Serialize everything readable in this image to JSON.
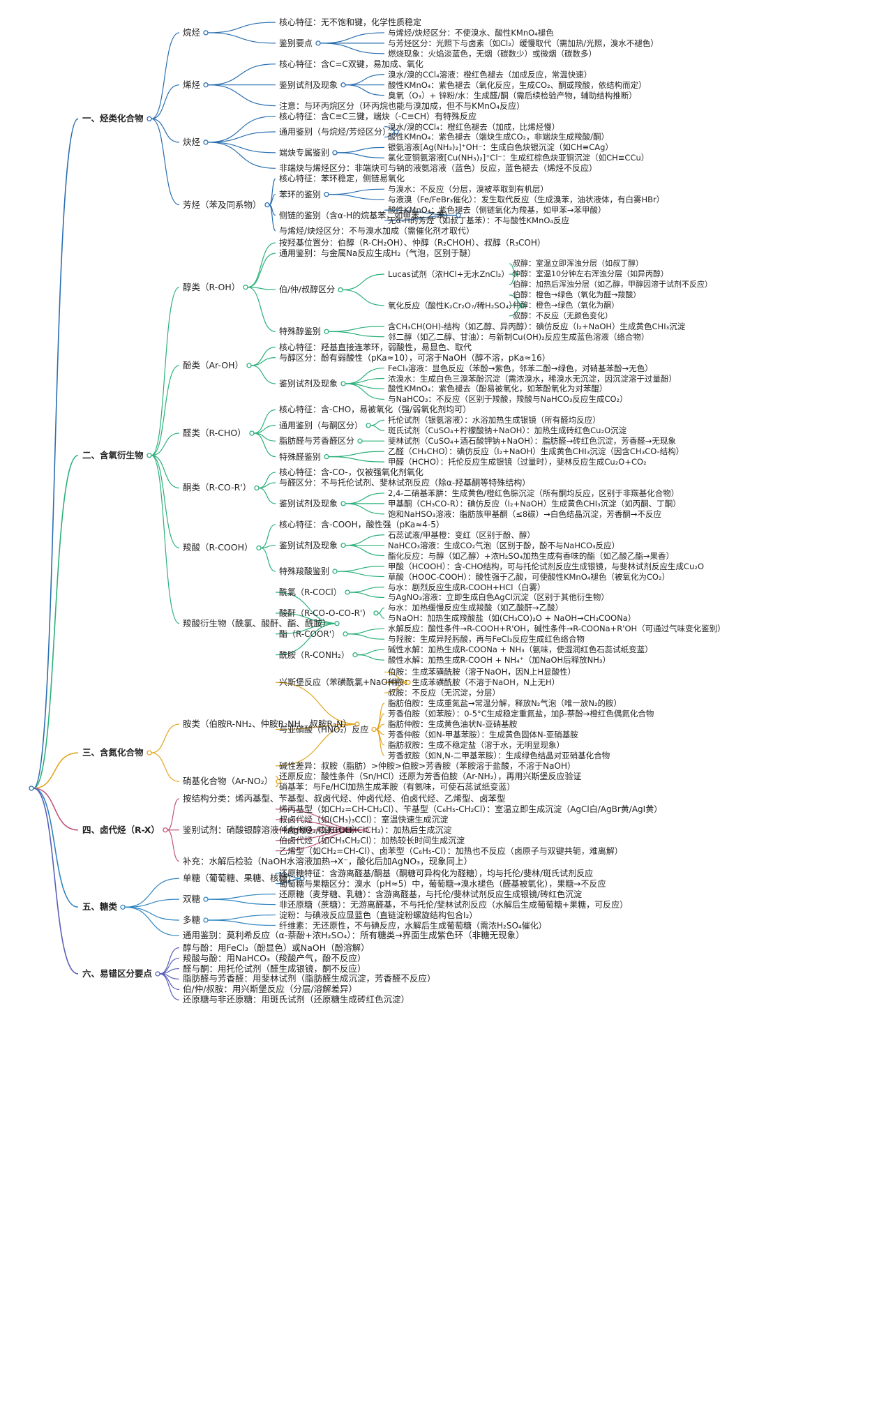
{
  "colors": [
    "#2a6eb0",
    "#2bb07a",
    "#e0a51e",
    "#c0557a",
    "#2e84c0",
    "#5a5fb8"
  ],
  "mind_map": [
    {
      "label": "一、烃类化合物",
      "children": [
        {
          "label": "烷烃",
          "children": [
            {
              "label": "核心特征：无不饱和键，化学性质稳定"
            },
            {
              "label": "鉴别要点",
              "children": [
                {
                  "label": "与烯烃/炔烃区分：不使溴水、酸性KMnO₄褪色"
                },
                {
                  "label": "与芳烃区分：光照下与卤素（如Cl₂）缓慢取代（需加热/光照，溴水不褪色）"
                },
                {
                  "label": "燃烧现象：火焰淡蓝色，无烟（碳数少）或微烟（碳数多）"
                }
              ]
            }
          ]
        },
        {
          "label": "烯烃",
          "children": [
            {
              "label": "核心特征：含C=C双键，易加成、氧化"
            },
            {
              "label": "鉴别试剂及现象",
              "children": [
                {
                  "label": "溴水/溴的CCl₄溶液：橙红色褪去（加成反应，常温快速）"
                },
                {
                  "label": "酸性KMnO₄：紫色褪去（氧化反应，生成CO₂、酮或羧酸，依结构而定）"
                },
                {
                  "label": "臭氧（O₃）+ 锌粉/水：生成醛/酮（需后续检验产物，辅助结构推断）"
                }
              ]
            },
            {
              "label": "注意：与环丙烷区分（环丙烷也能与溴加成，但不与KMnO₄反应）"
            }
          ]
        },
        {
          "label": "炔烃",
          "children": [
            {
              "label": "核心特征：含C≡C三键，端炔（-C≡CH）有特殊反应"
            },
            {
              "label": "通用鉴别（与烷烃/芳烃区分）",
              "children": [
                {
                  "label": "溴水/溴的CCl₄：橙红色褪去（加成，比烯烃慢）"
                },
                {
                  "label": "酸性KMnO₄：紫色褪去（端炔生成CO₂，非端炔生成羧酸/酮）"
                }
              ]
            },
            {
              "label": "端炔专属鉴别",
              "children": [
                {
                  "label": "银氨溶液[Ag(NH₃)₂]⁺OH⁻：生成白色炔银沉淀（如CH≡CAg）"
                },
                {
                  "label": "氯化亚铜氨溶液[Cu(NH₃)₂]⁺Cl⁻：生成红棕色炔亚铜沉淀（如CH≡CCu）"
                }
              ]
            },
            {
              "label": "非端炔与烯烃区分：非端炔可与钠的液氨溶液（蓝色）反应，蓝色褪去（烯烃不反应）"
            }
          ]
        },
        {
          "label": "芳烃（苯及同系物）",
          "children": [
            {
              "label": "核心特征：苯环稳定，侧链易氧化"
            },
            {
              "label": "苯环的鉴别",
              "children": [
                {
                  "label": "与溴水：不反应（分层，溴被萃取到有机层）"
                },
                {
                  "label": "与液溴（Fe/FeBr₃催化）：发生取代反应（生成溴苯，油状液体，有白雾HBr）"
                }
              ]
            },
            {
              "label": "侧链的鉴别（含α-H的烷基苯，如甲苯、乙苯）",
              "children": [
                {
                  "label": "酸性KMnO₄：紫色褪去（侧链氧化为羧基，如甲苯→苯甲酸）"
                },
                {
                  "label": "无α-H的芳烃（如叔丁基苯）：不与酸性KMnO₄反应"
                }
              ]
            },
            {
              "label": "与烯烃/炔烃区分：不与溴水加成（需催化剂才取代）"
            }
          ]
        }
      ]
    },
    {
      "label": "二、含氧衍生物",
      "children": [
        {
          "label": "醇类（R-OH）",
          "children": [
            {
              "label": "按羟基位置分：伯醇（R-CH₂OH）、仲醇（R₂CHOH）、叔醇（R₃COH）"
            },
            {
              "label": "通用鉴别：与金属Na反应生成H₂（气泡，区别于醚）"
            },
            {
              "label": "伯/仲/叔醇区分",
              "children": [
                {
                  "label": "Lucas试剂（浓HCl+无水ZnCl₂）",
                  "children": [
                    {
                      "label": "叔醇：室温立即浑浊分层（如叔丁醇）"
                    },
                    {
                      "label": "仲醇：室温10分钟左右浑浊分层（如异丙醇）"
                    },
                    {
                      "label": "伯醇：加热后浑浊分层（如乙醇，甲醇因溶于试剂不反应）"
                    }
                  ]
                },
                {
                  "label": "氧化反应（酸性K₂Cr₂O₇/稀H₂SO₄）",
                  "children": [
                    {
                      "label": "伯醇：橙色→绿色（氧化为醛→羧酸）"
                    },
                    {
                      "label": "仲醇：橙色→绿色（氧化为酮）"
                    },
                    {
                      "label": "叔醇：不反应（无颜色变化）"
                    }
                  ]
                }
              ]
            },
            {
              "label": "特殊醇鉴别",
              "children": [
                {
                  "label": "含CH₃CH(OH)-结构（如乙醇、异丙醇）：碘仿反应（I₂+NaOH）生成黄色CHI₃沉淀"
                },
                {
                  "label": "邻二醇（如乙二醇、甘油）：与新制Cu(OH)₂反应生成蓝色溶液（络合物）"
                }
              ]
            }
          ]
        },
        {
          "label": "酚类（Ar-OH）",
          "children": [
            {
              "label": "核心特征：羟基直接连苯环，弱酸性，易显色、取代"
            },
            {
              "label": "与醇区分：酚有弱酸性（pKa≈10），可溶于NaOH（醇不溶，pKa≈16）"
            },
            {
              "label": "鉴别试剂及现象",
              "children": [
                {
                  "label": "FeCl₃溶液：显色反应（苯酚→紫色，邻苯二酚→绿色，对硝基苯酚→无色）"
                },
                {
                  "label": "浓溴水：生成白色三溴苯酚沉淀（需浓溴水，稀溴水无沉淀，因沉淀溶于过量酚）"
                },
                {
                  "label": "酸性KMnO₄：紫色褪去（酚易被氧化，如苯酚氧化为对苯醌）"
                },
                {
                  "label": "与NaHCO₃：不反应（区别于羧酸，羧酸与NaHCO₃反应生成CO₂）"
                }
              ]
            }
          ]
        },
        {
          "label": "醛类（R-CHO）",
          "children": [
            {
              "label": "核心特征：含-CHO，易被氧化（强/弱氧化剂均可）"
            },
            {
              "label": "通用鉴别（与酮区分）",
              "children": [
                {
                  "label": "托伦试剂（银氨溶液）：水浴加热生成银镜（所有醛均反应）"
                },
                {
                  "label": "斑氏试剂（CuSO₄+柠檬酸钠+NaOH）：加热生成砖红色Cu₂O沉淀"
                }
              ]
            },
            {
              "label": "脂肪醛与芳香醛区分",
              "children": [
                {
                  "label": "斐林试剂（CuSO₄+酒石酸钾钠+NaOH）：脂肪醛→砖红色沉淀，芳香醛→无现象"
                }
              ]
            },
            {
              "label": "特殊醛鉴别",
              "children": [
                {
                  "label": "乙醛（CH₃CHO）：碘仿反应（I₂+NaOH）生成黄色CHI₃沉淀（因含CH₃CO-结构）"
                },
                {
                  "label": "甲醛（HCHO）：托伦反应生成银镜（过量时），斐林反应生成Cu₂O+CO₂"
                }
              ]
            }
          ]
        },
        {
          "label": "酮类（R-CO-R'）",
          "children": [
            {
              "label": "核心特征：含-CO-，仅被强氧化剂氧化"
            },
            {
              "label": "与醛区分：不与托伦试剂、斐林试剂反应（除α-羟基酮等特殊结构）"
            },
            {
              "label": "鉴别试剂及现象",
              "children": [
                {
                  "label": "2,4-二硝基苯肼：生成黄色/橙红色腙沉淀（所有酮均反应，区别于非羰基化合物）"
                },
                {
                  "label": "甲基酮（CH₃CO-R）：碘仿反应（I₂+NaOH）生成黄色CHI₃沉淀（如丙酮、丁酮）"
                },
                {
                  "label": "饱和NaHSO₃溶液：脂肪族甲基酮（≤8碳）→白色结晶沉淀，芳香酮→不反应"
                }
              ]
            }
          ]
        },
        {
          "label": "羧酸（R-COOH）",
          "children": [
            {
              "label": "核心特征：含-COOH，酸性强（pKa≈4-5）"
            },
            {
              "label": "鉴别试剂及现象",
              "children": [
                {
                  "label": "石蕊试液/甲基橙：变红（区别于酚、醇）"
                },
                {
                  "label": "NaHCO₃溶液：生成CO₂气泡（区别于酚，酚不与NaHCO₃反应）"
                },
                {
                  "label": "酯化反应：与醇（如乙醇）+浓H₂SO₄加热生成有香味的酯（如乙酸乙酯→果香）"
                }
              ]
            },
            {
              "label": "特殊羧酸鉴别",
              "children": [
                {
                  "label": "甲酸（HCOOH）：含-CHO结构，可与托伦试剂反应生成银镜，与斐林试剂反应生成Cu₂O"
                },
                {
                  "label": "草酸（HOOC-COOH）：酸性强于乙酸，可使酸性KMnO₄褪色（被氧化为CO₂）"
                }
              ]
            }
          ]
        },
        {
          "label": "羧酸衍生物（酰氯、酸酐、酯、酰胺）",
          "children": [
            {
              "label": "酰氯（R-COCl）",
              "children": [
                {
                  "label": "与水：剧烈反应生成R-COOH+HCl（白雾）"
                },
                {
                  "label": "与AgNO₃溶液：立即生成白色AgCl沉淀（区别于其他衍生物）"
                }
              ]
            },
            {
              "label": "酸酐（R-CO-O-CO-R'）",
              "children": [
                {
                  "label": "与水：加热缓慢反应生成羧酸（如乙酸酐→乙酸）"
                },
                {
                  "label": "与NaOH：加热生成羧酸盐（如(CH₃CO)₂O + NaOH→CH₃COONa）"
                }
              ]
            },
            {
              "label": "酯（R-COOR'）",
              "children": [
                {
                  "label": "水解反应：酸性条件→R-COOH+R'OH，碱性条件→R-COONa+R'OH（可通过气味变化鉴别）"
                },
                {
                  "label": "与羟胺：生成异羟肟酸，再与FeCl₃反应生成红色络合物"
                }
              ]
            },
            {
              "label": "酰胺（R-CONH₂）",
              "children": [
                {
                  "label": "碱性水解：加热生成R-COONa + NH₃（氨味，使湿润红色石蕊试纸变蓝）"
                },
                {
                  "label": "酸性水解：加热生成R-COOH + NH₄⁺（加NaOH后释放NH₃）"
                }
              ]
            }
          ]
        }
      ]
    },
    {
      "label": "三、含氮化合物",
      "children": [
        {
          "label": "胺类（伯胺R-NH₂、仲胺R₂NH、叔胺R₃N）",
          "children": [
            {
              "label": "兴斯堡反应（苯磺酰氯+NaOH）",
              "children": [
                {
                  "label": "伯胺：生成苯磺酰胺（溶于NaOH，因N上H显酸性）"
                },
                {
                  "label": "仲胺：生成苯磺酰胺（不溶于NaOH，N上无H）"
                },
                {
                  "label": "叔胺：不反应（无沉淀，分层）"
                }
              ]
            },
            {
              "label": "与亚硝酸（HNO₂）反应",
              "children": [
                {
                  "label": "脂肪伯胺：生成重氮盐→常温分解，释放N₂气泡（唯一放N₂的胺）"
                },
                {
                  "label": "芳香伯胺（如苯胺）：0-5°C生成稳定重氮盐，加β-萘酚→橙红色偶氮化合物"
                },
                {
                  "label": "脂肪仲胺：生成黄色油状N-亚硝基胺"
                },
                {
                  "label": "芳香仲胺（如N-甲基苯胺）：生成黄色固体N-亚硝基胺"
                },
                {
                  "label": "脂肪叔胺：生成不稳定盐（溶于水，无明显现象）"
                },
                {
                  "label": "芳香叔胺（如N,N-二甲基苯胺）：生成绿色结晶对亚硝基化合物"
                }
              ]
            },
            {
              "label": "碱性差异：叔胺（脂肪）>仲胺>伯胺>芳香胺（苯胺溶于盐酸，不溶于NaOH）"
            }
          ]
        },
        {
          "label": "硝基化合物（Ar-NO₂）",
          "children": [
            {
              "label": "还原反应：酸性条件（Sn/HCl）还原为芳香伯胺（Ar-NH₂），再用兴斯堡反应验证"
            },
            {
              "label": "硝基苯：与Fe/HCl加热生成苯胺（有氨味，可使石蕊试纸变蓝）"
            }
          ]
        }
      ]
    },
    {
      "label": "四、卤代烃（R-X）",
      "children": [
        {
          "label": "按结构分类：烯丙基型、苄基型、叔卤代烃、仲卤代烃、伯卤代烃、乙烯型、卤苯型"
        },
        {
          "label": "鉴别试剂：硝酸银醇溶液（AgNO₃/C₂H₅OH）",
          "children": [
            {
              "label": "烯丙基型（如CH₂=CH-CH₂Cl）、苄基型（C₆H₅-CH₂Cl）：室温立即生成沉淀（AgCl白/AgBr黄/AgI黄）"
            },
            {
              "label": "叔卤代烃（如(CH₃)₃CCl）：室温快速生成沉淀"
            },
            {
              "label": "仲卤代烃（如CH₃CHClCH₃）：加热后生成沉淀"
            },
            {
              "label": "伯卤代烃（如CH₃CH₂Cl）：加热较长时间生成沉淀"
            },
            {
              "label": "乙烯型（如CH₂=CH-Cl）、卤苯型（C₆H₅-Cl）：加热也不反应（卤原子与双键共轭，难离解）"
            }
          ]
        },
        {
          "label": "补充：水解后检验（NaOH水溶液加热→X⁻，酸化后加AgNO₃，现象同上）"
        }
      ]
    },
    {
      "label": "五、糖类",
      "children": [
        {
          "label": "单糖（葡萄糖、果糖、核糖）",
          "children": [
            {
              "label": "还原糖特征：含游离醛基/酮基（酮糖可异构化为醛糖），均与托伦/斐林/斑氏试剂反应"
            },
            {
              "label": "葡萄糖与果糖区分：溴水（pH≈5）中，葡萄糖→溴水褪色（醛基被氧化），果糖→不反应"
            }
          ]
        },
        {
          "label": "双糖",
          "children": [
            {
              "label": "还原糖（麦芽糖、乳糖）：含游离醛基，与托伦/斐林试剂反应生成银镜/砖红色沉淀"
            },
            {
              "label": "非还原糖（蔗糖）：无游离醛基，不与托伦/斐林试剂反应（水解后生成葡萄糖+果糖，可反应）"
            }
          ]
        },
        {
          "label": "多糖",
          "children": [
            {
              "label": "淀粉：与碘液反应显蓝色（直链淀粉螺旋结构包合I₂）"
            },
            {
              "label": "纤维素：无还原性，不与碘反应，水解后生成葡萄糖（需浓H₂SO₄催化）"
            }
          ]
        },
        {
          "label": "通用鉴别：莫利希反应（α-萘酚+浓H₂SO₄）：所有糖类→界面生成紫色环（非糖无现象）"
        }
      ]
    },
    {
      "label": "六、易错区分要点",
      "children": [
        {
          "label": "醇与酚：用FeCl₃（酚显色）或NaOH（酚溶解）"
        },
        {
          "label": "羧酸与酚：用NaHCO₃（羧酸产气，酚不反应）"
        },
        {
          "label": "醛与酮：用托伦试剂（醛生成银镜，酮不反应）"
        },
        {
          "label": "脂肪醛与芳香醛：用斐林试剂（脂肪醛生成沉淀，芳香醛不反应）"
        },
        {
          "label": "伯/仲/叔胺：用兴斯堡反应（分层/溶解差异）"
        },
        {
          "label": "还原糖与非还原糖：用斑氏试剂（还原糖生成砖红色沉淀）"
        }
      ]
    }
  ]
}
